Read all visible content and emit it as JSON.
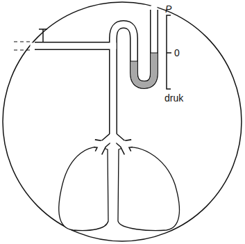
{
  "diagram": {
    "labels": [
      "P",
      "0",
      "druk"
    ]
  }
}
